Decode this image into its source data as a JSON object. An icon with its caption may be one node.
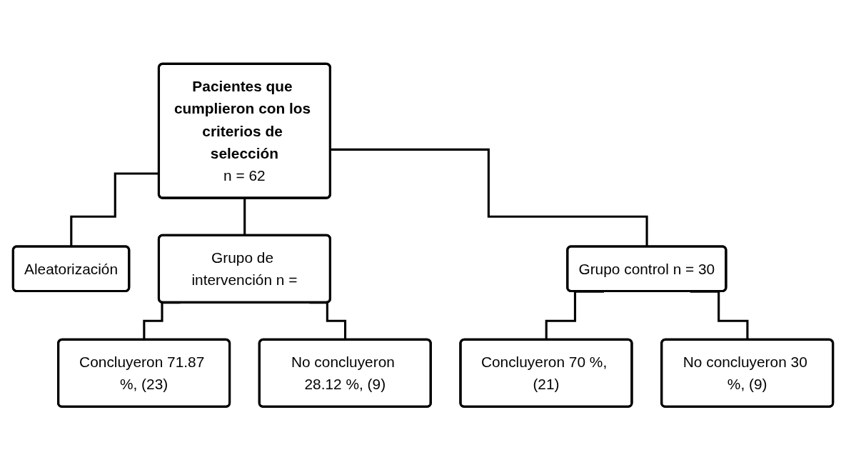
{
  "diagram": {
    "nodes": [
      {
        "text": [
          "Pacientes que cumplieron con los criterios de selección",
          "n = 62"
        ]
      },
      {
        "text": [
          "Aleatorización"
        ]
      },
      {
        "text": [
          "Grupo de intervención n ="
        ]
      },
      {
        "text": [
          "Grupo control n = 30"
        ]
      },
      {
        "text": [
          "Concluyeron 71.87 %, (23)"
        ]
      },
      {
        "text": [
          "No concluyeron 28.12 %, (9)"
        ]
      },
      {
        "text": [
          "Concluyeron 70 %, (21)"
        ]
      },
      {
        "text": [
          "No concluyeron 30 %, (9)"
        ]
      }
    ],
    "edges": [
      {
        "from": 0,
        "to": 1,
        "arrow": "none"
      },
      {
        "from": 0,
        "to": 2,
        "arrow": "none"
      },
      {
        "from": 0,
        "to": 3,
        "arrow": "none"
      },
      {
        "from": 2,
        "to": 4,
        "arrow": "none"
      },
      {
        "from": 2,
        "to": 5,
        "arrow": "none"
      },
      {
        "from": 3,
        "to": 6,
        "arrow": "none"
      },
      {
        "from": 3,
        "to": 7,
        "arrow": "none"
      }
    ]
  }
}
